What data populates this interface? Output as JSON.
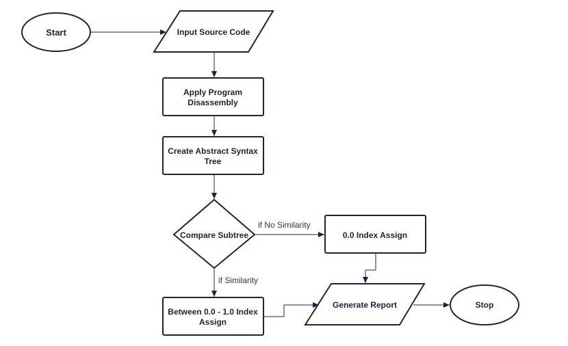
{
  "diagram": {
    "nodes": {
      "start": "Start",
      "input": "Input Source Code",
      "disassembly": [
        "Apply Program",
        "Disassembly"
      ],
      "ast": [
        "Create Abstract Syntax",
        "Tree"
      ],
      "compare": "Compare Subtree",
      "zero_index": "0.0 Index Assign",
      "between_index": [
        "Between 0.0 - 1.0 Index",
        "Assign"
      ],
      "report": "Generate Report",
      "stop": "Stop"
    },
    "edges": {
      "no_similarity": "if No Similarity",
      "similarity": "if Similarity"
    },
    "colors": {
      "stroke": "#1c2340",
      "text": "#222233",
      "background": "#ffffff"
    }
  }
}
